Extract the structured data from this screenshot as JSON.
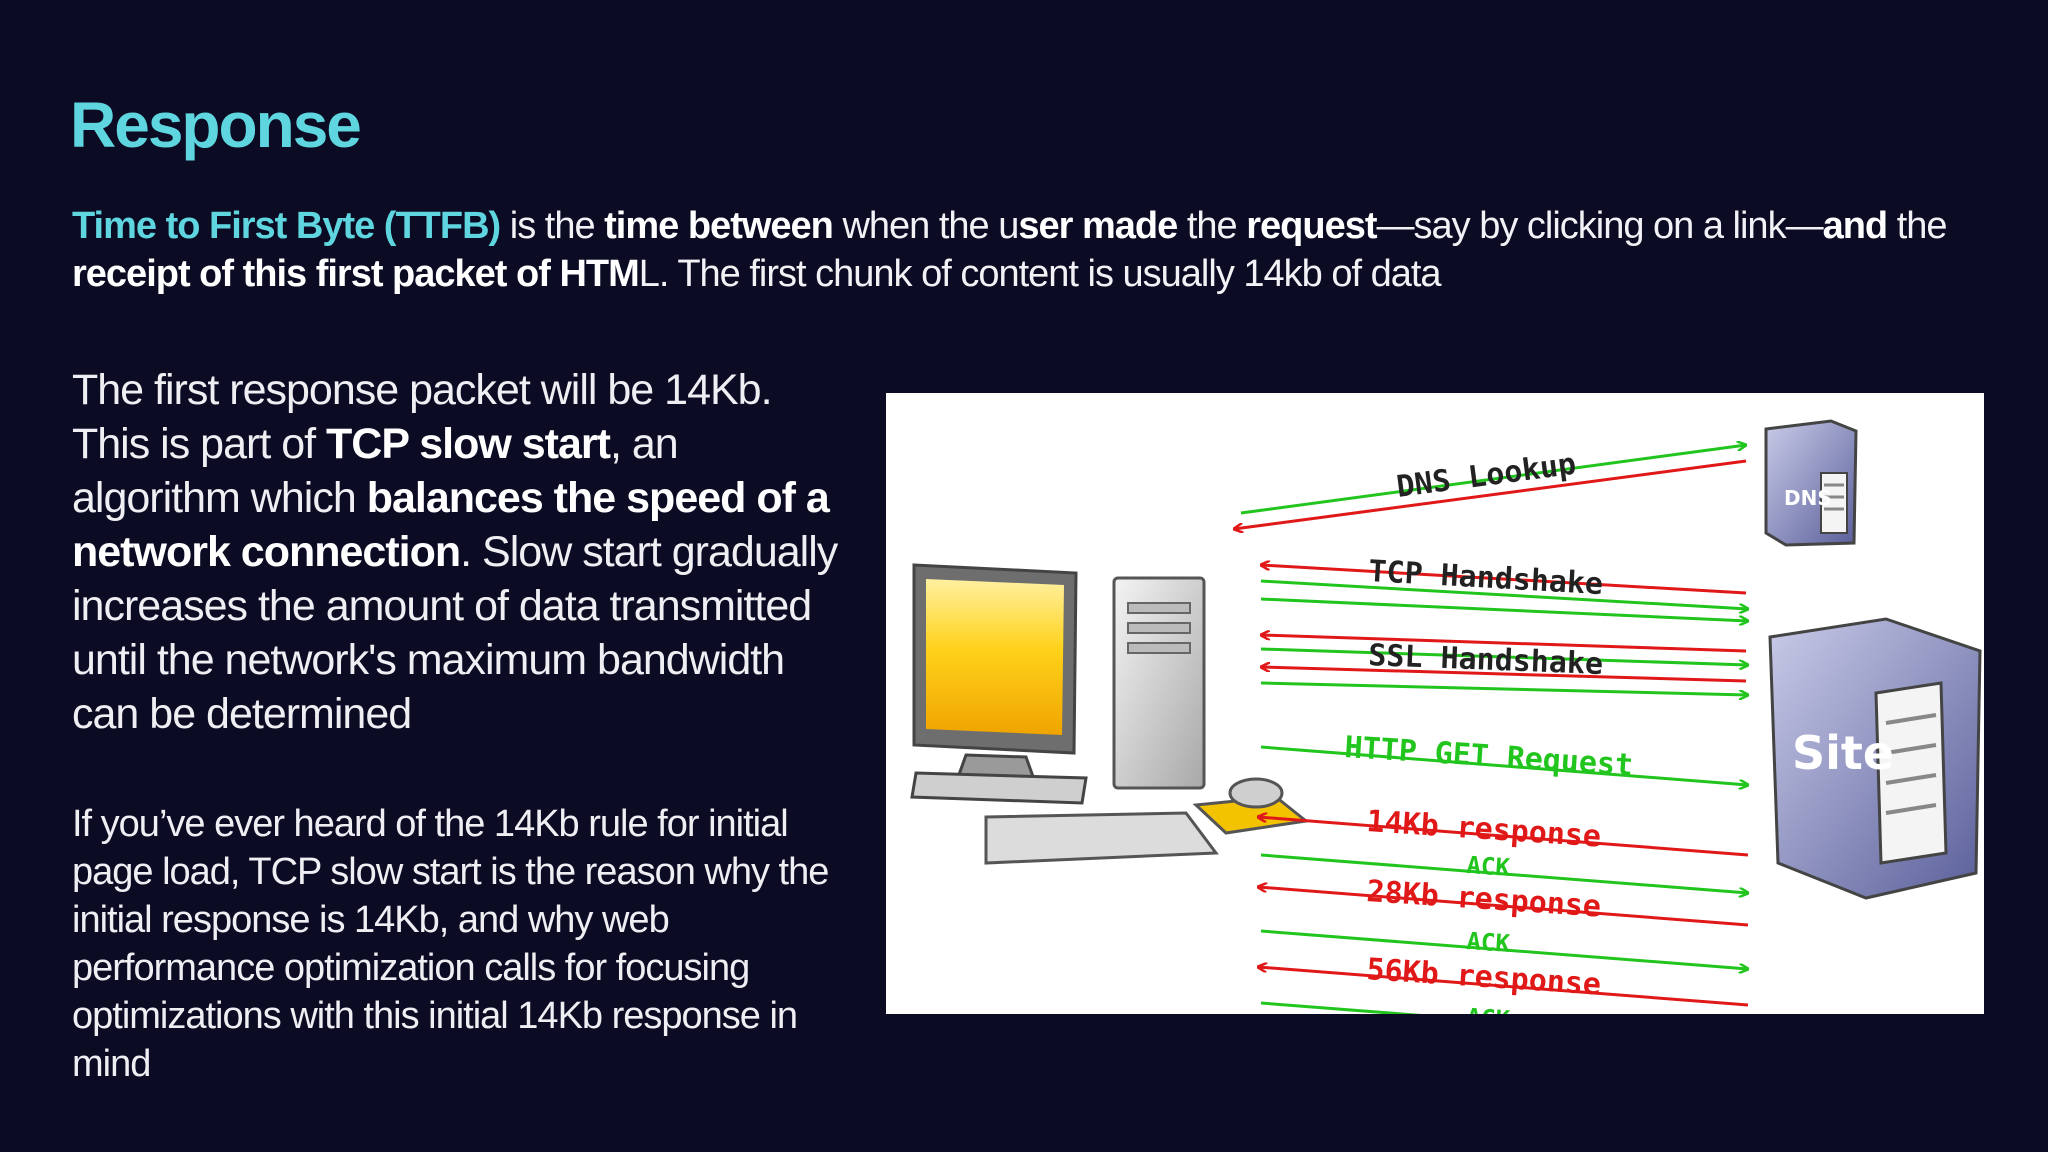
{
  "slide": {
    "title": "Response",
    "intro": {
      "s1": "Time to First Byte (TTFB)",
      "s2": " is the ",
      "s3": "time between",
      "s4": " when the u",
      "s5": "ser made",
      "s6": " the ",
      "s7": "request",
      "s8": "—say by clicking on a link—",
      "s9": "and",
      "s10": " the ",
      "s11": "receipt of this first packet of HTM",
      "s12": "L. The first chunk of content is usually 14kb of data"
    },
    "para1": {
      "s1": "The first response packet will be 14Kb. This is part of ",
      "s2": "TCP slow start",
      "s3": ", an algorithm which ",
      "s4": "balances the speed of a network connection",
      "s5": ". Slow start gradually increases the amount of data transmitted until the network's maximum bandwidth can be determined"
    },
    "para2": "If you’ve ever heard of the 14Kb rule for initial page load, TCP slow start is the reason why the initial response is 14Kb, and why web performance optimization calls for focusing optimizations with this initial 14Kb response in mind"
  },
  "diagram": {
    "dns_label": "DNS Lookup",
    "tcp_label": "TCP Handshake",
    "ssl_label": "SSL Handshake",
    "http_label": "HTTP GET Request",
    "r14_label": "14Kb response",
    "ack1_label": "ACK",
    "r28_label": "28Kb response",
    "ack2_label": "ACK",
    "r56_label": "56Kb response",
    "ack3_label": "ACK",
    "dns_server_label": "DNS",
    "site_server_label": "Site"
  },
  "colors": {
    "background": "#0b0b24",
    "accent": "#5fd6df",
    "arrow_green": "#22c51e",
    "arrow_red": "#e01818"
  }
}
